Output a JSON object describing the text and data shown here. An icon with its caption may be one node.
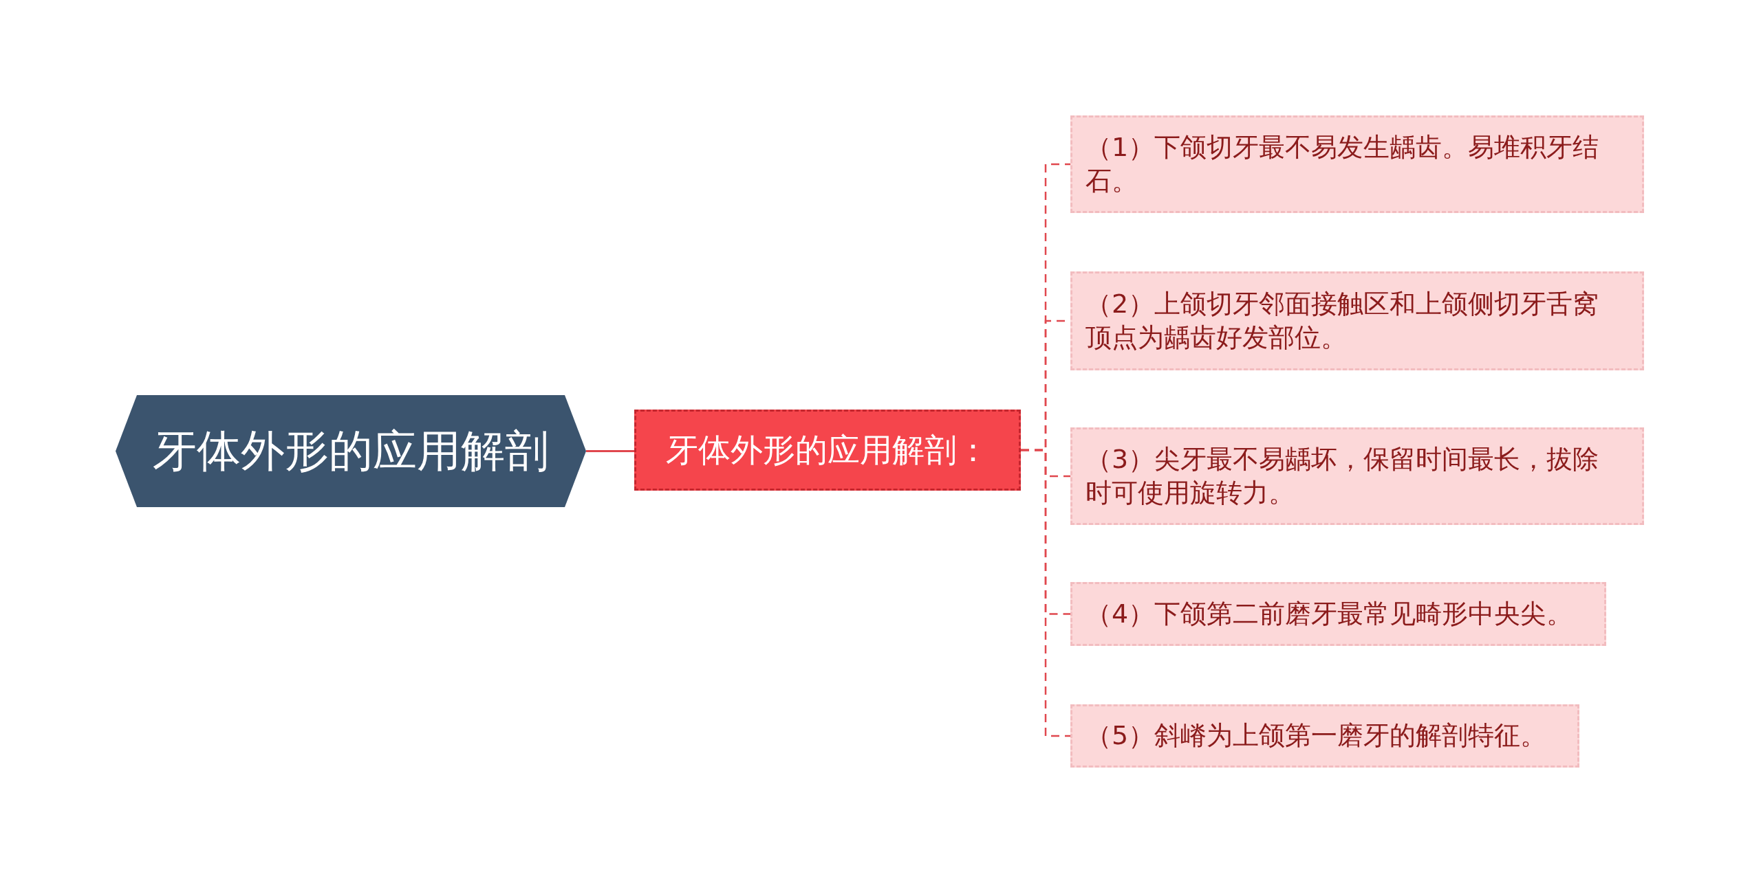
{
  "diagram": {
    "nodes": [
      {
        "text": [
          "牙体外形的应用解剖"
        ]
      },
      {
        "text": [
          "牙体外形的应用解剖："
        ]
      },
      {
        "text": [
          "（1）下颌切牙最不易发生龋齿。易堆积牙结石。"
        ]
      },
      {
        "text": [
          "（2）上颌切牙邻面接触区和上颌侧切牙舌窝顶点为龋齿好发部位。"
        ]
      },
      {
        "text": [
          "（3）尖牙最不易龋坏，保留时间最长，拔除时可使用旋转力。"
        ]
      },
      {
        "text": [
          "（4）下颌第二前磨牙最常见畸形中央尖。"
        ]
      },
      {
        "text": [
          "（5）斜嵴为上颌第一磨牙的解剖特征。"
        ]
      }
    ],
    "edges": [
      {
        "from": 0,
        "to": 1,
        "arrow": "none"
      },
      {
        "from": 1,
        "to": 2,
        "arrow": "none",
        "style": "dashed"
      },
      {
        "from": 1,
        "to": 3,
        "arrow": "none",
        "style": "dashed"
      },
      {
        "from": 1,
        "to": 4,
        "arrow": "none",
        "style": "dashed"
      },
      {
        "from": 1,
        "to": 5,
        "arrow": "none",
        "style": "dashed"
      },
      {
        "from": 1,
        "to": 6,
        "arrow": "none",
        "style": "dashed"
      }
    ]
  }
}
